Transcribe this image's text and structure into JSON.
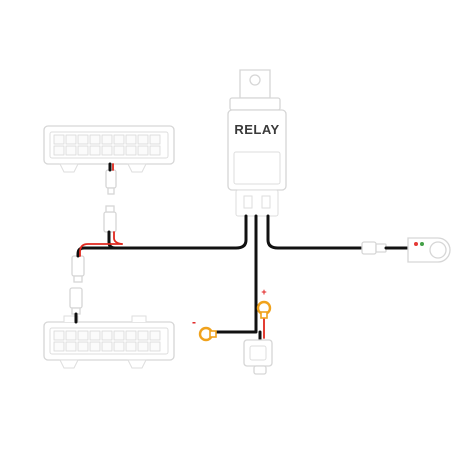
{
  "relay": {
    "label": "RELAY"
  },
  "polarity": {
    "negative": "-",
    "positive": "+"
  },
  "colors": {
    "wire_black": "#111111",
    "wire_red": "#e0281e",
    "ring_terminal": "#f0a21c",
    "outline": "#d6d6d6",
    "switch_indicator_red": "#e53935",
    "switch_indicator_green": "#43a047"
  },
  "components": [
    "light-bar-top",
    "light-bar-bottom",
    "relay",
    "fuse-holder",
    "negative-ring-terminal",
    "positive-ring-terminal",
    "switch",
    "connectors"
  ]
}
